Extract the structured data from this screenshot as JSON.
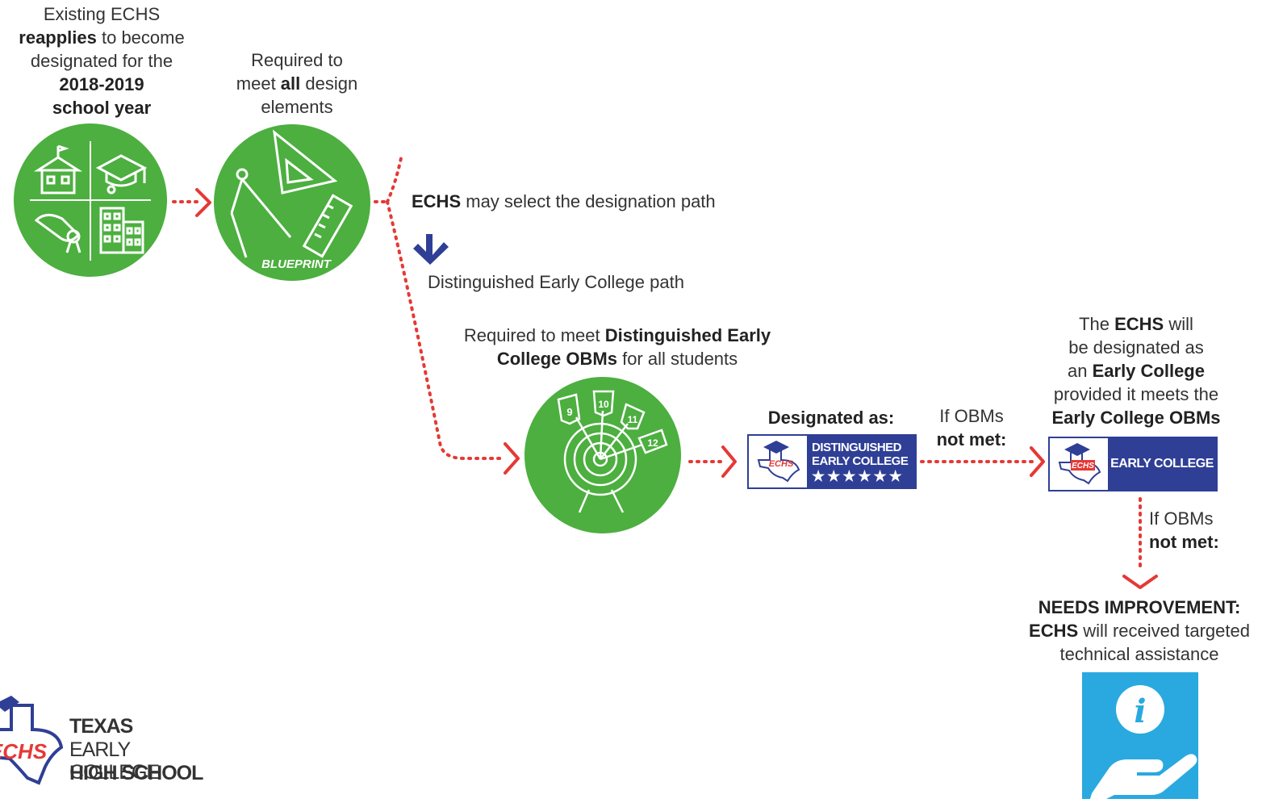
{
  "colors": {
    "green": "#4caf3f",
    "red_dots": "#e53935",
    "navy": "#2f3f96",
    "blue_arrow": "#2f3f96",
    "info_blue": "#29a9df",
    "echs_red": "#e53935"
  },
  "step1": {
    "line1": "Existing ECHS",
    "line2_bold": "reapplies",
    "line2_rest": " to become",
    "line3": "designated for the",
    "line4": "2018-2019",
    "line5": "school year",
    "icons": [
      "school-building-icon",
      "graduation-cap-icon",
      "diploma-icon",
      "office-building-icon"
    ]
  },
  "step2": {
    "line1": "Required to",
    "line2_pre": "meet ",
    "line2_bold": "all",
    "line2_post": " design",
    "line3": "elements",
    "blueprint_label": "BLUEPRINT"
  },
  "path_choice": {
    "bold": "ECHS",
    "rest": " may select the designation path"
  },
  "path_label": "Distinguished Early College path",
  "step3": {
    "line1_pre": "Required to meet ",
    "line1_bold": "Distinguished Early",
    "line2_bold": "College OBMs",
    "line2_rest": " for all students",
    "flags": [
      "9",
      "10",
      "11",
      "12"
    ]
  },
  "designated": {
    "label": "Designated as:",
    "badge_line1": "DISTINGUISHED",
    "badge_line2": "EARLY COLLEGE",
    "stars": "★★★★★★",
    "seal": "ECHS"
  },
  "if_not_met_1": {
    "line1": "If OBMs",
    "line2": "not met:"
  },
  "early_college": {
    "line1_pre": "The ",
    "line1_bold": "ECHS",
    "line1_post": " will",
    "line2": "be designated as",
    "line3_pre": "an ",
    "line3_bold": "Early College",
    "line4": "provided it meets the",
    "line5": "Early College OBMs",
    "badge_text": "EARLY COLLEGE",
    "seal": "ECHS"
  },
  "if_not_met_2": {
    "line1": "If OBMs",
    "line2": "not met:"
  },
  "needs_improvement": {
    "title": "NEEDS IMPROVEMENT:",
    "line2_bold": "ECHS",
    "line2_rest": " will received targeted",
    "line3": "technical assistance",
    "icon_letter": "i"
  },
  "logo": {
    "seal": "ECHS",
    "line1": "TEXAS",
    "line2": "EARLY COLLEGE",
    "line3": "HIGH SCHOOL"
  }
}
